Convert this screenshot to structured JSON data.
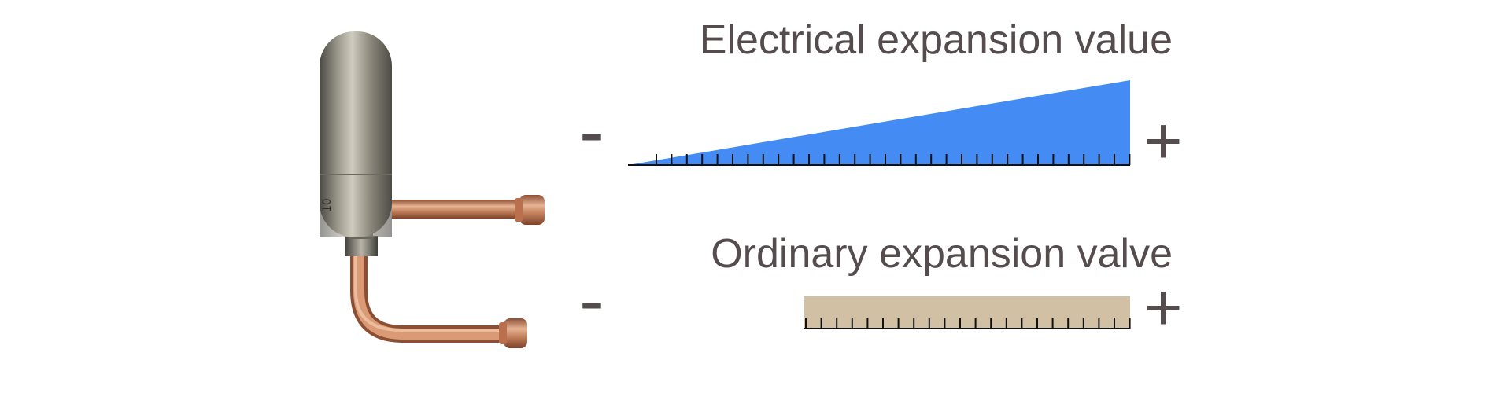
{
  "electrical": {
    "title": "Electrical expansion value",
    "minus": "-",
    "plus": "+",
    "fill_color": "#448bf3",
    "shape": "increasing-wedge"
  },
  "ordinary": {
    "title": "Ordinary expansion valve",
    "minus": "-",
    "plus": "+",
    "fill_color": "#d2c0a5",
    "shape": "constant-bar"
  },
  "valve": {
    "icon": "electronic-expansion-valve-icon",
    "body_color": "#8e8a7d",
    "pipe_color": "#c98863"
  }
}
